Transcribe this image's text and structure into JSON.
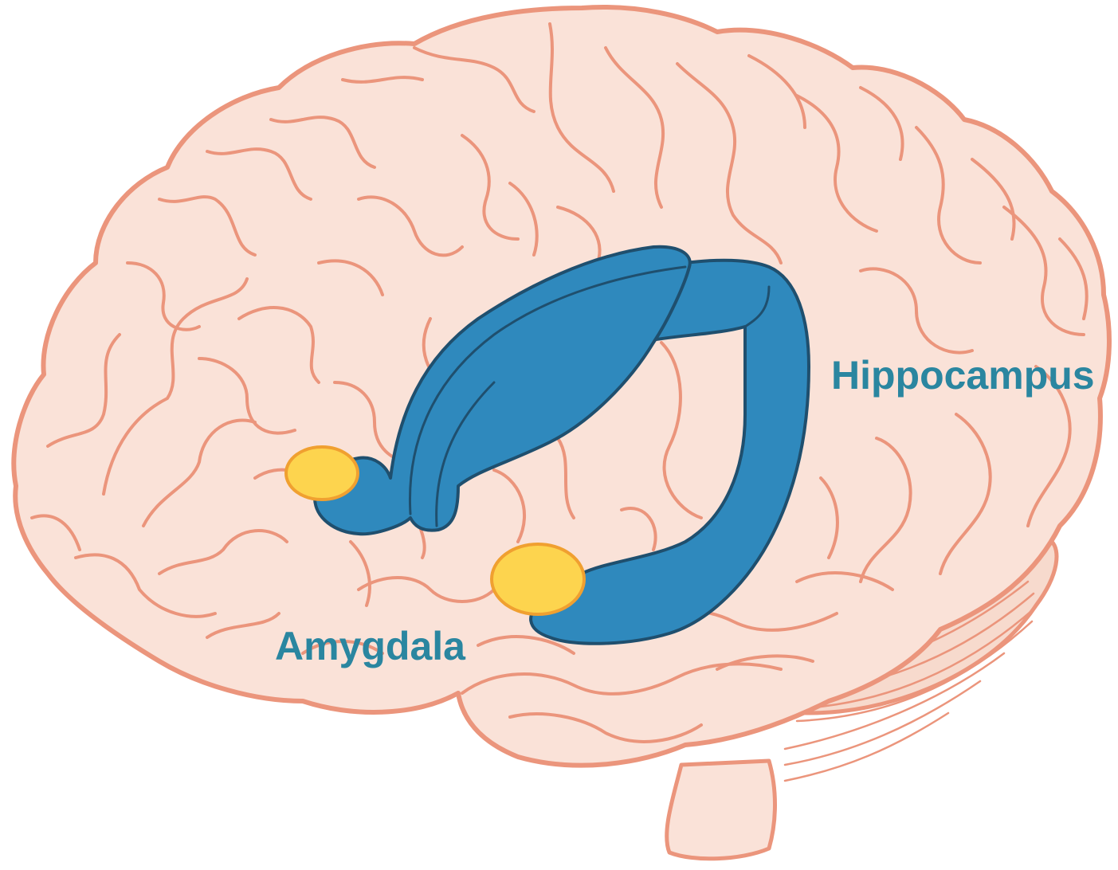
{
  "labels": {
    "hippocampus": "Hippocampus",
    "amygdala": "Amygdala"
  },
  "colors": {
    "brain_fill": "#fae2d8",
    "brain_outline": "#eb957c",
    "cerebellum_fill": "#f7dacd",
    "hippocampus_fill": "#2f89bd",
    "hippocampus_outline": "#1f4f6e",
    "amygdala_fill": "#fdd44e",
    "amygdala_outline": "#f0a030",
    "label_text": "#2a86a0"
  },
  "icons": {
    "brain": "brain-illustration",
    "hippocampus": "hippocampus-shape",
    "amygdala": "amygdala-shape"
  }
}
